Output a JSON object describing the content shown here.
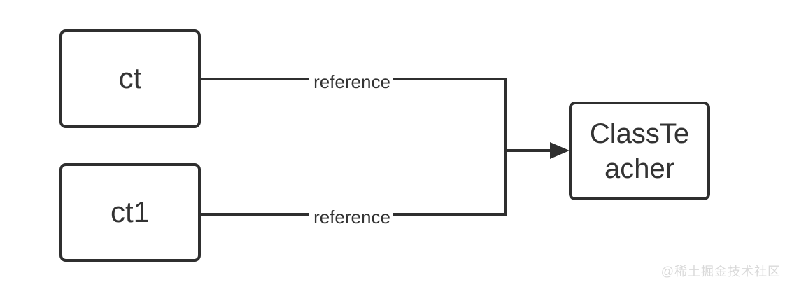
{
  "diagram": {
    "nodes": [
      {
        "id": "ct",
        "label": "ct"
      },
      {
        "id": "ct1",
        "label": "ct1"
      },
      {
        "id": "classteacher",
        "label": "ClassTeacher",
        "lines": [
          "ClassTe",
          "acher"
        ]
      }
    ],
    "edges": [
      {
        "from": "ct",
        "to": "classteacher",
        "label": "reference"
      },
      {
        "from": "ct1",
        "to": "classteacher",
        "label": "reference"
      }
    ],
    "colors": {
      "stroke": "#2f2f2f",
      "text": "#333333",
      "background": "#ffffff",
      "watermark_text": "#d9d9d9"
    }
  },
  "watermark": {
    "text": "@稀土掘金技术社区"
  }
}
